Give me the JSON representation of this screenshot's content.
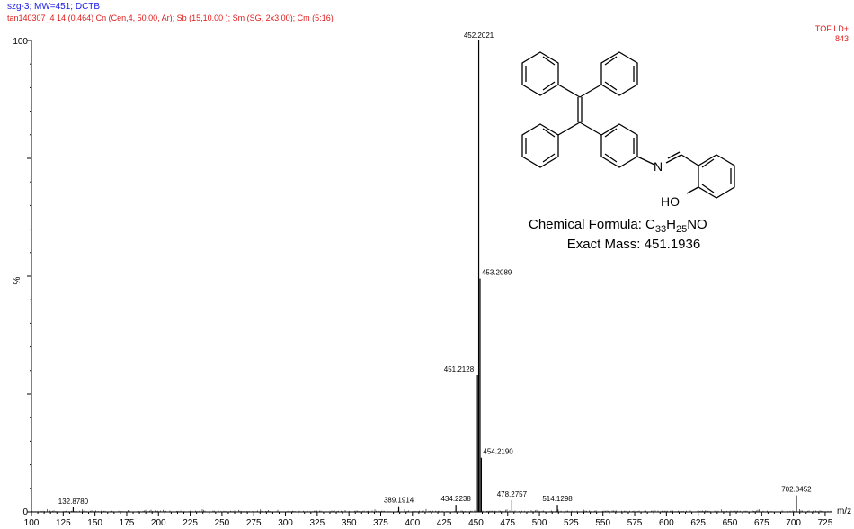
{
  "header": {
    "sample_line": "szg-3; MW=451; DCTB",
    "params_line": "tan140307_4  14 (0.464) Cn (Cen,4, 50.00, Ar); Sb (15,10.00 ); Sm (SG, 2x3.00); Cm (5:16)"
  },
  "mode": {
    "label": "TOF LD+",
    "base_peak_intensity": "843"
  },
  "colors": {
    "header": "#1a1ae6",
    "params": "#e01a1a",
    "spectrum": "#000000"
  },
  "chart_data": {
    "type": "bar",
    "xlabel": "m/z",
    "ylabel": "%",
    "xlim": [
      100,
      730
    ],
    "ylim": [
      0,
      100
    ],
    "grid": false,
    "x_ticks": [
      100,
      125,
      150,
      175,
      200,
      225,
      250,
      275,
      300,
      325,
      350,
      375,
      400,
      425,
      450,
      475,
      500,
      525,
      550,
      575,
      600,
      625,
      650,
      675,
      700,
      725
    ],
    "y_tick_labels": [
      {
        "value": 100,
        "label": "100"
      },
      {
        "value": 0,
        "label": "0"
      }
    ],
    "peaks": [
      {
        "mz": 132.878,
        "intensity": 1.0,
        "label": "132.8780"
      },
      {
        "mz": 389.1914,
        "intensity": 1.2,
        "label": "389.1914"
      },
      {
        "mz": 434.2238,
        "intensity": 1.5,
        "label": "434.2238"
      },
      {
        "mz": 451.2128,
        "intensity": 29.0,
        "label": "451.2128"
      },
      {
        "mz": 452.2021,
        "intensity": 100,
        "label": "452.2021"
      },
      {
        "mz": 453.2089,
        "intensity": 49.5,
        "label": "453.2089"
      },
      {
        "mz": 454.219,
        "intensity": 11.5,
        "label": "454.2190"
      },
      {
        "mz": 478.2757,
        "intensity": 2.5,
        "label": "478.2757"
      },
      {
        "mz": 514.1298,
        "intensity": 1.5,
        "label": "514.1298"
      },
      {
        "mz": 702.3452,
        "intensity": 3.5,
        "label": "702.3452"
      }
    ]
  },
  "structure": {
    "atoms": {
      "nitrogen": "N",
      "hydroxyl": "HO"
    },
    "formula_prefix": "Chemical Formula: C",
    "formula_c": "33",
    "formula_h_symbol": "H",
    "formula_h": "25",
    "formula_suffix": "NO",
    "exact_mass": "Exact Mass: 451.1936"
  }
}
